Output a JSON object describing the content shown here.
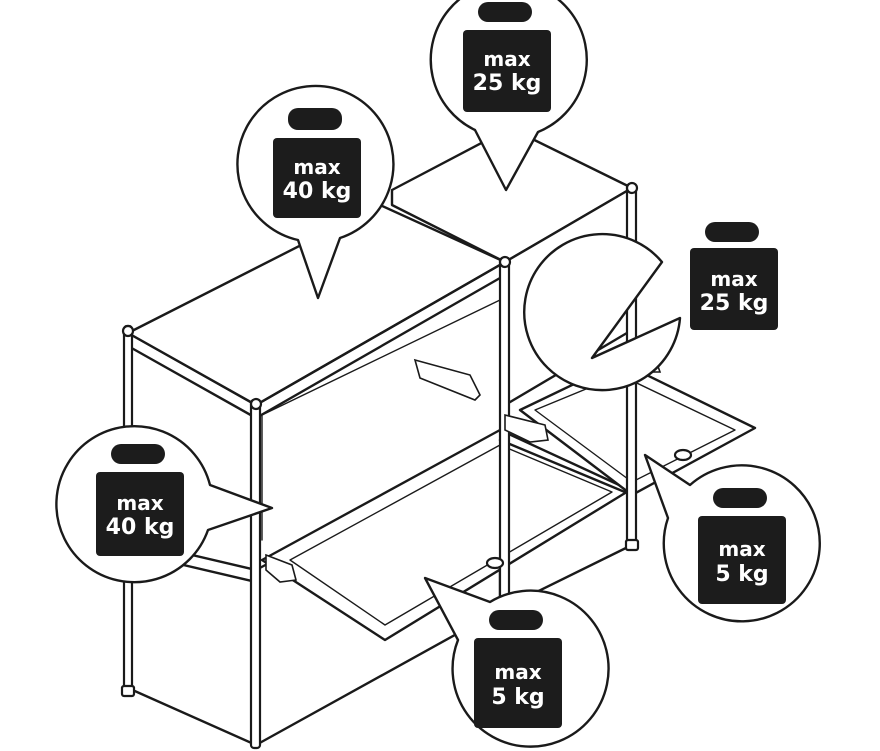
{
  "callouts": [
    {
      "id": "top-right-shelf",
      "line1": "max",
      "line2": "25 kg"
    },
    {
      "id": "top-left-shelf",
      "line1": "max",
      "line2": "40 kg"
    },
    {
      "id": "right-upper-flap",
      "line1": "max",
      "line2": "25 kg"
    },
    {
      "id": "left-compartment",
      "line1": "max",
      "line2": "40 kg"
    },
    {
      "id": "right-open-flap",
      "line1": "max",
      "line2": "5 kg"
    },
    {
      "id": "front-open-flap",
      "line1": "max",
      "line2": "5 kg"
    }
  ],
  "colors": {
    "line": "#1a1a1a",
    "weight": "#1c1c1c",
    "background": "#ffffff"
  },
  "icon": "weight-icon"
}
